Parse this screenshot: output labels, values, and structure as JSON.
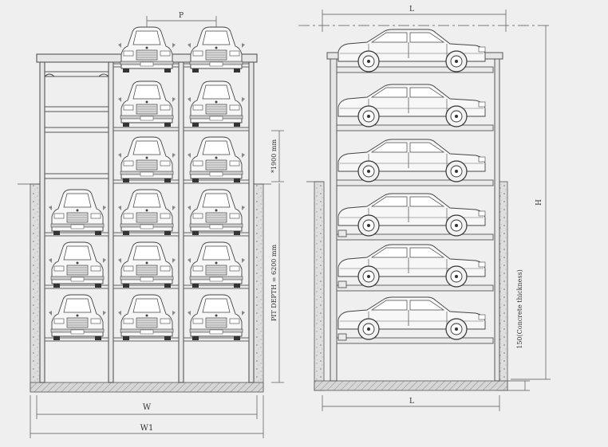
{
  "dimensions": {
    "p_label": "P",
    "l_top_label": "L",
    "l_bottom_label": "L",
    "w_label": "W",
    "w1_label": "W1",
    "h_label": "H",
    "level_height_label": "*1900 mm",
    "pit_depth_label": "PIT DEPTH = 6200 mm",
    "concrete_label": "150(Concrete thickness)"
  },
  "front_view": {
    "columns": 3,
    "levels_above_ground": 3,
    "levels_in_pit": 3,
    "empty_slots": [
      "left-column-top-level",
      "left-column-middle-level",
      "left-column-lowest-above-ground-level"
    ]
  },
  "side_view": {
    "cars": 6
  },
  "colors": {
    "line": "#555555",
    "concrete": "#d9d9d9",
    "background": "#efefef"
  }
}
